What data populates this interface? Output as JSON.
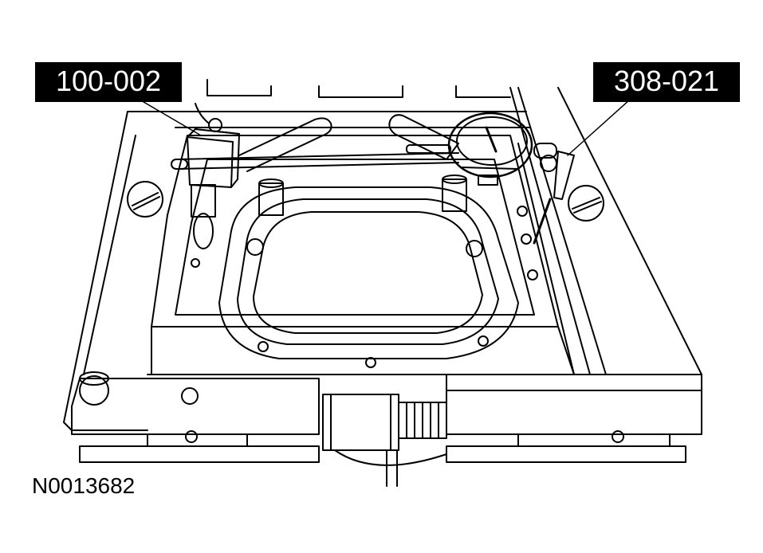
{
  "callouts": {
    "left_tool": "100-002",
    "right_tool": "308-021"
  },
  "figure_id": "N0013682",
  "colors": {
    "line": "#000000",
    "background": "#ffffff",
    "label_bg": "#000000",
    "label_text": "#ffffff"
  }
}
